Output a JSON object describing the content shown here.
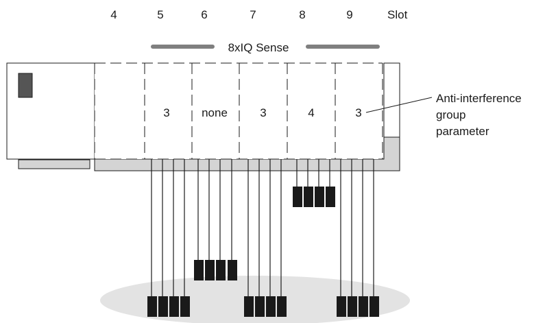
{
  "slots": {
    "numbers": [
      "4",
      "5",
      "6",
      "7",
      "8",
      "9"
    ],
    "title": "Slot"
  },
  "module": {
    "label": "8xIQ Sense"
  },
  "groups": [
    "3",
    "none",
    "3",
    "4",
    "3"
  ],
  "callout": {
    "line1": "Anti-interference",
    "line2": "group",
    "line3": "parameter"
  },
  "colors": {
    "outline": "#1a1a1a",
    "rail": "#d4d4d4",
    "banner_bar": "#7f7f7f",
    "led": "#555555",
    "sensor": "#1a1a1a",
    "floor_ellipse": "#e3e3e3"
  }
}
